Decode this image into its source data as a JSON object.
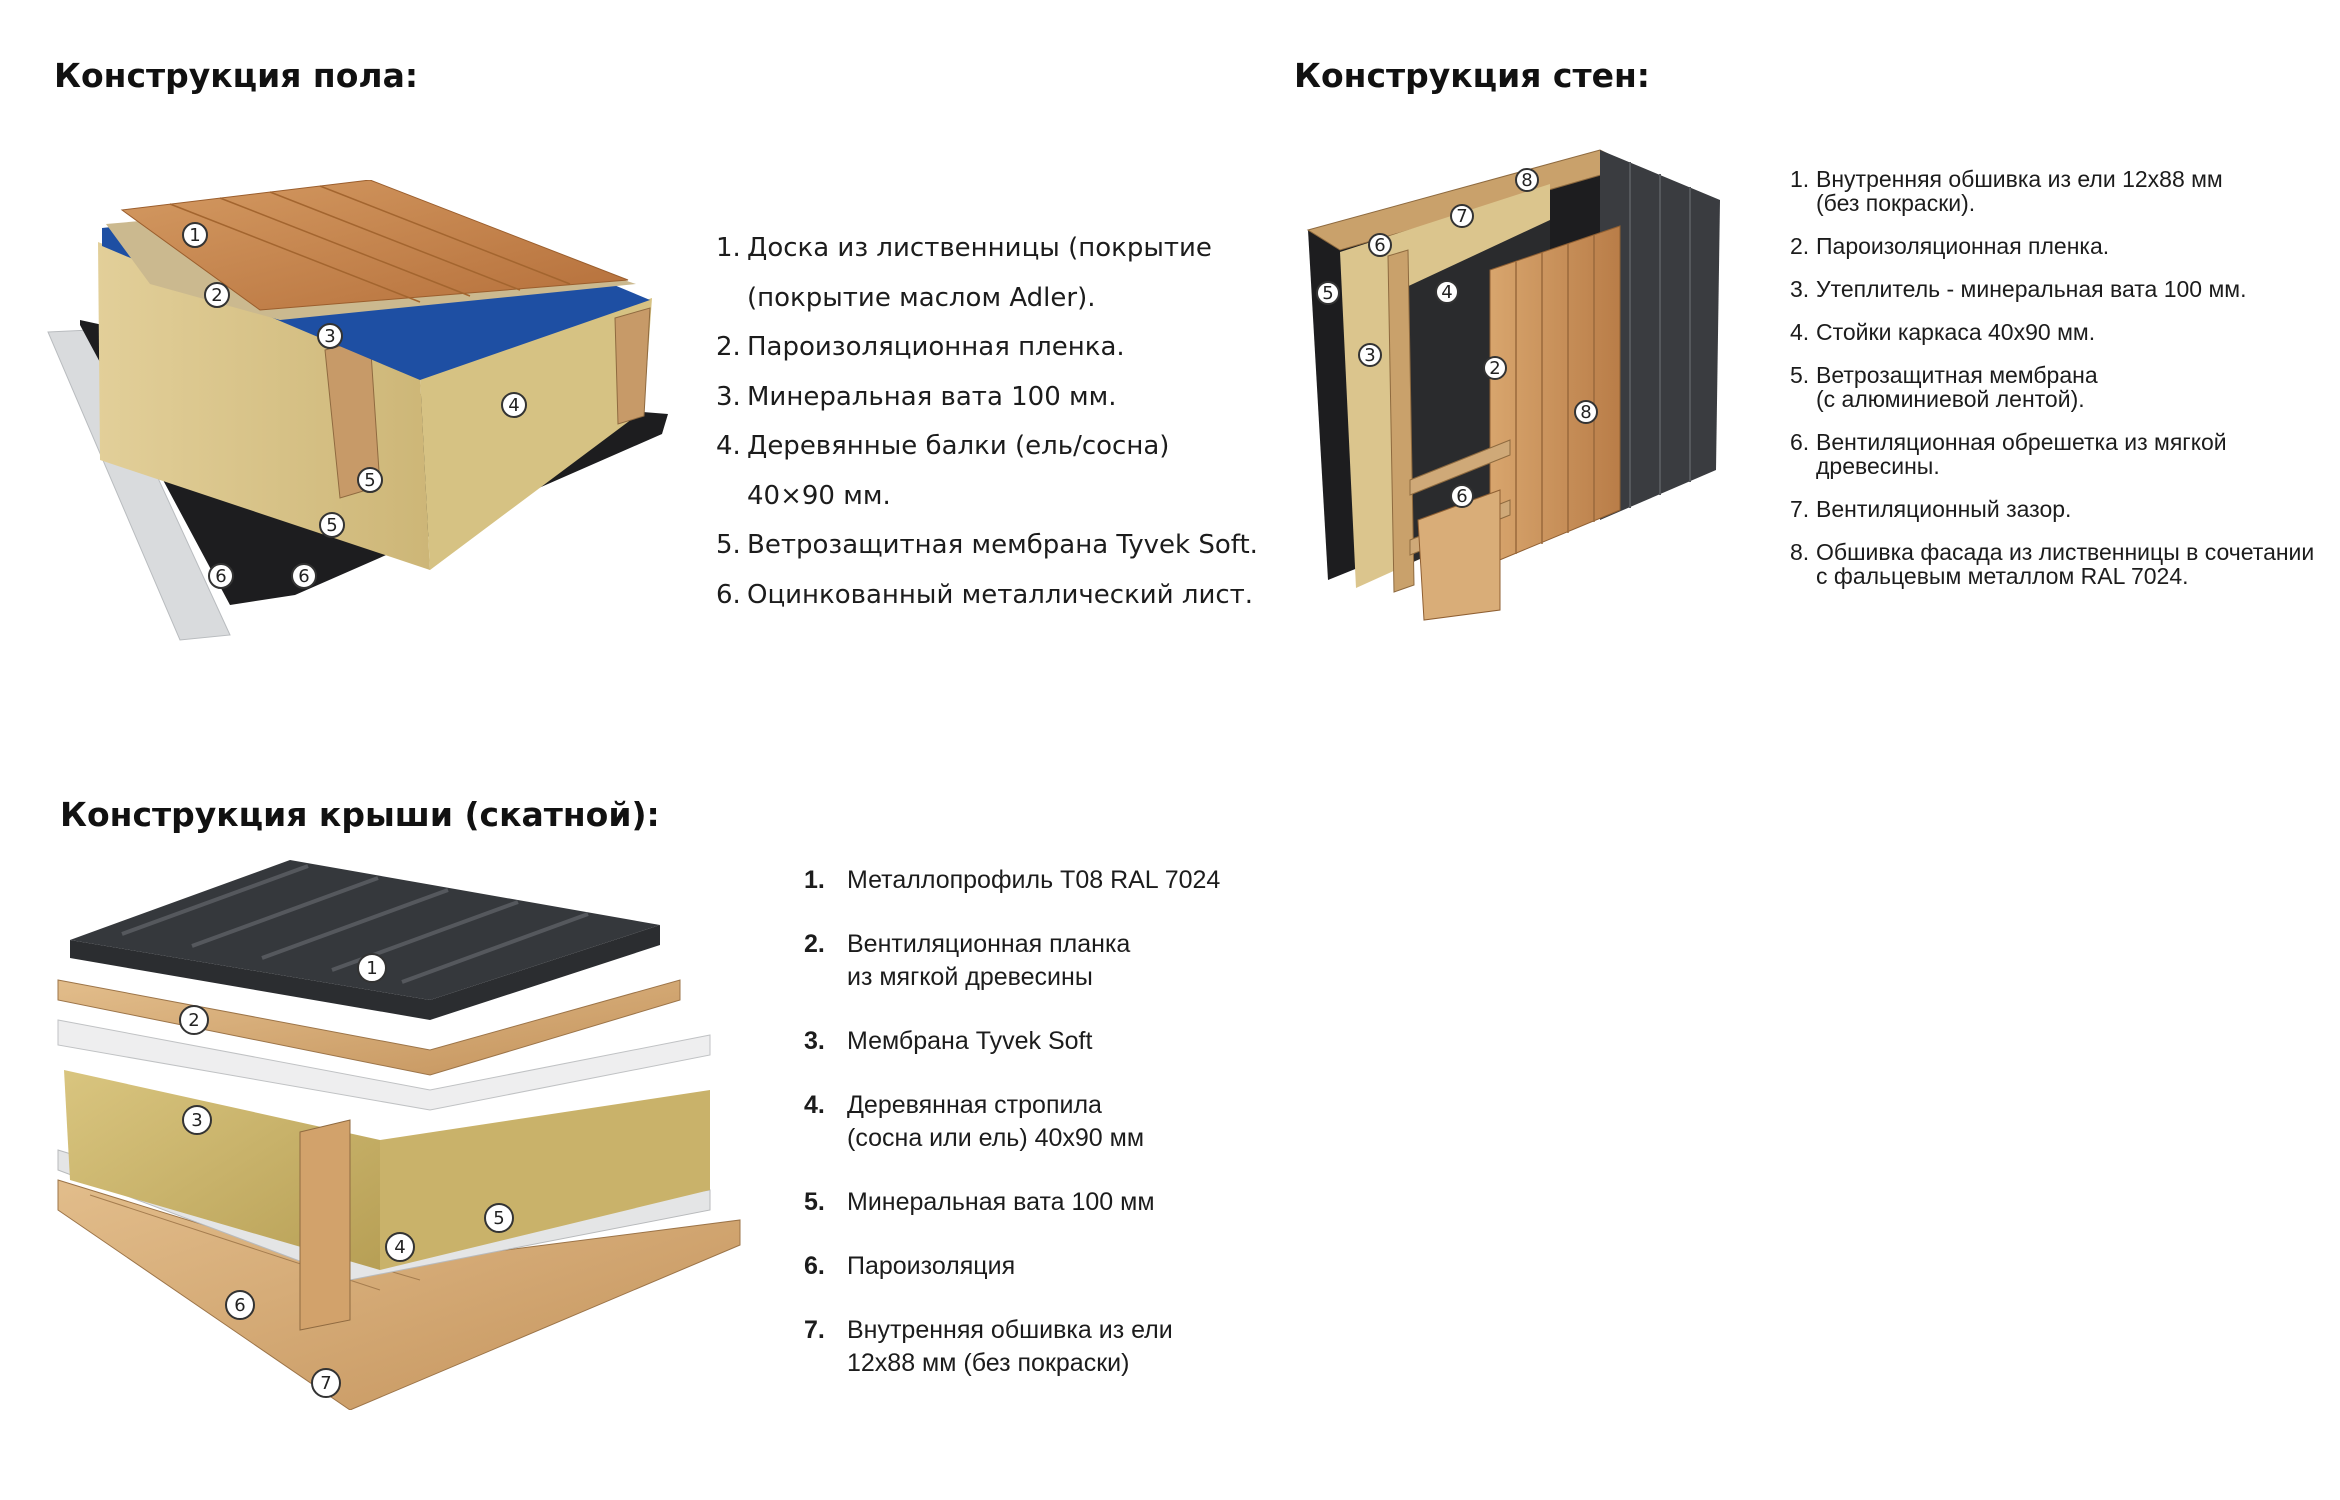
{
  "floor": {
    "title": "Конструкция пола:",
    "items": [
      {
        "num": "1.",
        "text": "Доска из лиственницы (покрытие\n(покрытие маслом Adler)."
      },
      {
        "num": "2.",
        "text": "Пароизоляционная пленка."
      },
      {
        "num": "3.",
        "text": "Минеральная вата 100 мм."
      },
      {
        "num": "4.",
        "text": "Деревянные балки (ель/сосна)\n40×90 мм."
      },
      {
        "num": "5.",
        "text": "Ветрозащитная мембрана Tyvek Soft."
      },
      {
        "num": "6.",
        "text": "Оцинкованный металлический лист."
      }
    ],
    "markers": [
      "1",
      "2",
      "3",
      "4",
      "5",
      "5",
      "6",
      "6"
    ]
  },
  "walls": {
    "title": "Конструкция стен:",
    "items": [
      {
        "num": "1.",
        "text": "Внутренняя обшивка из ели 12х88 мм\n(без покраски)."
      },
      {
        "num": "2.",
        "text": "Пароизоляционная пленка."
      },
      {
        "num": "3.",
        "text": "Утеплитель - минеральная вата 100 мм."
      },
      {
        "num": "4.",
        "text": "Стойки каркаса 40х90 мм."
      },
      {
        "num": "5.",
        "text": "Ветрозащитная мембрана\n(с алюминиевой лентой)."
      },
      {
        "num": "6.",
        "text": "Вентиляционная обрешетка из мягкой древесины."
      },
      {
        "num": "7.",
        "text": "Вентиляционный зазор."
      },
      {
        "num": "8.",
        "text": "Обшивка фасада из лиственницы в сочетании\nс фальцевым металлом RAL 7024."
      }
    ],
    "markers": [
      "8",
      "7",
      "6",
      "5",
      "4",
      "3",
      "2",
      "8",
      "6"
    ]
  },
  "roof": {
    "title": "Конструкция крыши (скатной):",
    "items": [
      {
        "num": "1.",
        "text": "Металлопрофиль Т08 RAL 7024"
      },
      {
        "num": "2.",
        "text": "Вентиляционная планка\nиз мягкой древесины"
      },
      {
        "num": "3.",
        "text": "Мембрана Tyvek Soft"
      },
      {
        "num": "4.",
        "text": "Деревянная стропила\n(сосна или ель) 40х90 мм"
      },
      {
        "num": "5.",
        "text": "Минеральная вата 100 мм"
      },
      {
        "num": "6.",
        "text": "Пароизоляция"
      },
      {
        "num": "7.",
        "text": "Внутренняя обшивка из ели\n12х88 мм (без покраски)"
      }
    ],
    "markers": [
      "1",
      "2",
      "3",
      "4",
      "5",
      "6",
      "7"
    ]
  },
  "colors": {
    "wood": "#c9874f",
    "insulation": "#d8c388",
    "membrane_blue": "#1e4fa3",
    "membrane_black": "#1d1d1f",
    "metal_sheet": "#d6d8da",
    "roof_metal": "#2b2d30"
  }
}
